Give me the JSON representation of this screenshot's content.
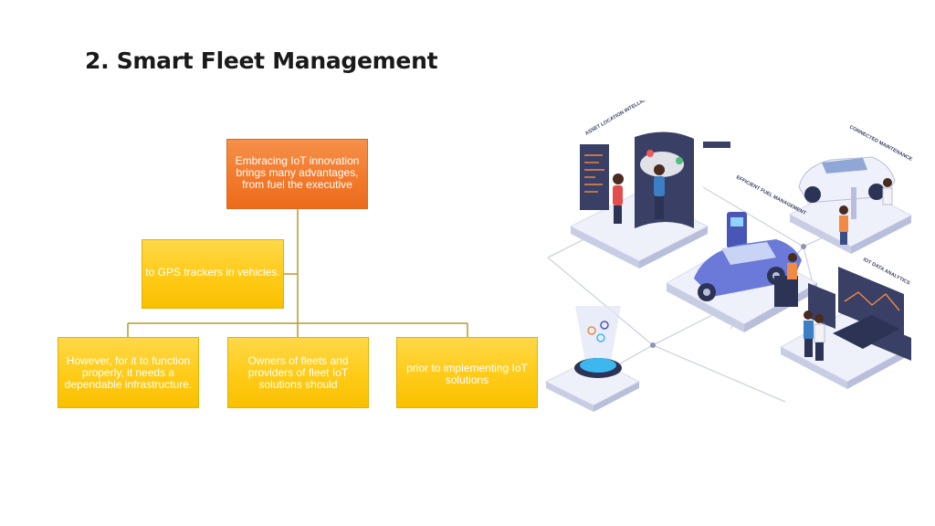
{
  "slide": {
    "title": "2. Smart Fleet Management"
  },
  "org_chart": {
    "top_node": {
      "text": "Embracing IoT innovation brings many advantages, from fuel the executive"
    },
    "assistant_node": {
      "text": "to GPS trackers in vehicles."
    },
    "child_nodes": [
      {
        "text": "However, for it to function properly, it needs a dependable infrastructure."
      },
      {
        "text": "Owners of fleets and providers of fleet IoT solutions should"
      },
      {
        "text": "prior to implementing IoT solutions"
      }
    ]
  },
  "illustration": {
    "labels": {
      "asset_location": "ASSET LOCATION INTELLIGENCE",
      "connected_maintenance": "CONNECTED MAINTENANCE",
      "fuel_management": "EFFICIENT FUEL MANAGEMENT",
      "data_analytics": "IOT DATA ANALYTICS"
    }
  },
  "colors": {
    "top_node": "#f37a2c",
    "child_node": "#ffcc1a",
    "connector": "#b89a2b",
    "platform": "#e9ebf7"
  }
}
